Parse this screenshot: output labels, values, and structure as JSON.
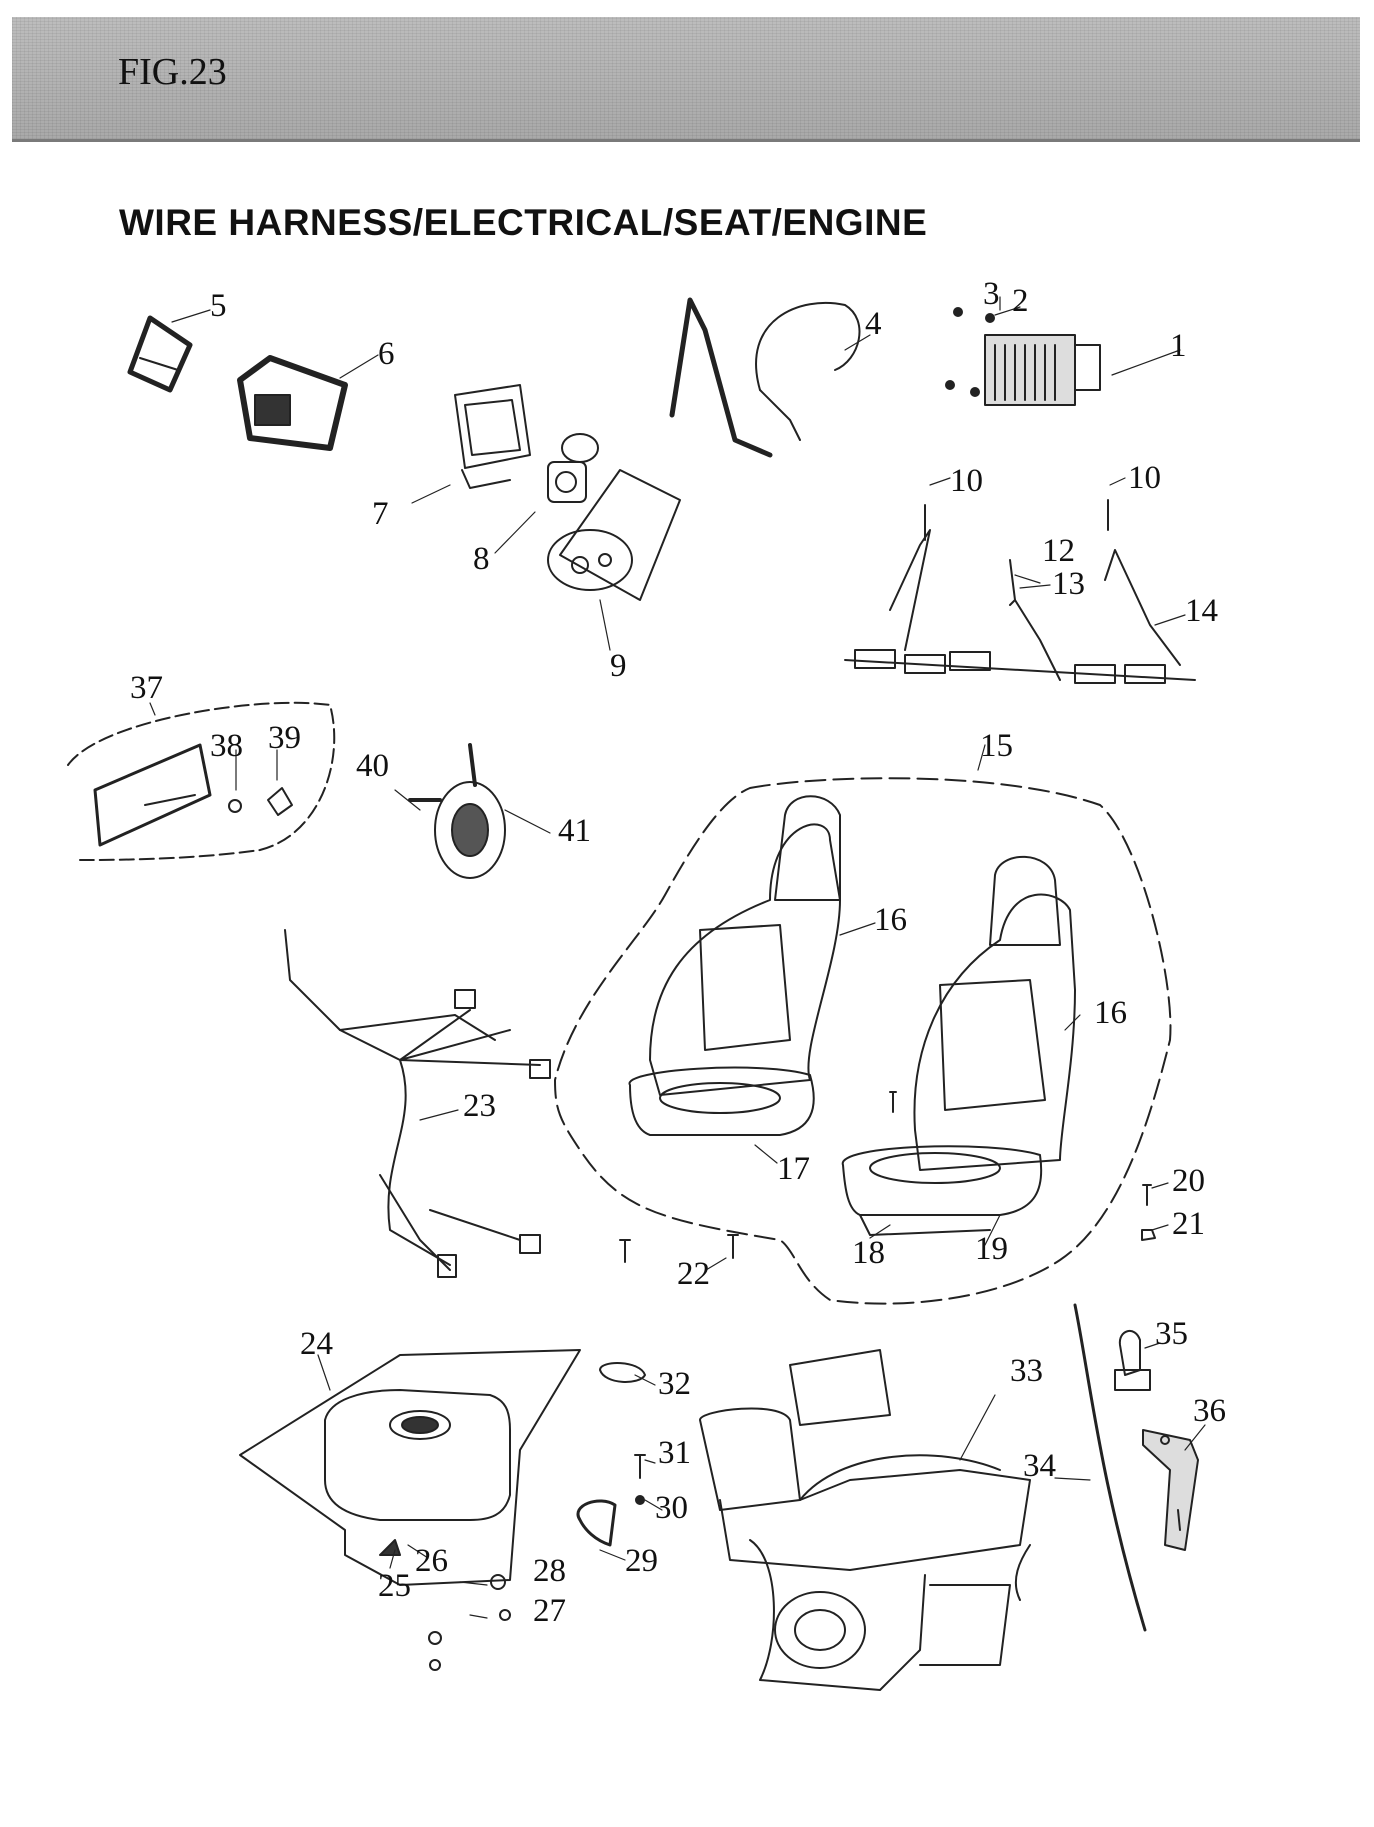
{
  "header": {
    "figure": "FIG.23"
  },
  "title": "WIRE HARNESS/ELECTRICAL/SEAT/ENGINE",
  "callouts": [
    "1",
    "2",
    "3",
    "4",
    "5",
    "6",
    "7",
    "8",
    "9",
    "10",
    "10",
    "12",
    "13",
    "14",
    "15",
    "16",
    "16",
    "17",
    "18",
    "19",
    "20",
    "21",
    "22",
    "23",
    "24",
    "25",
    "26",
    "27",
    "28",
    "29",
    "30",
    "31",
    "32",
    "33",
    "34",
    "35",
    "36",
    "37",
    "38",
    "39",
    "40",
    "41"
  ]
}
